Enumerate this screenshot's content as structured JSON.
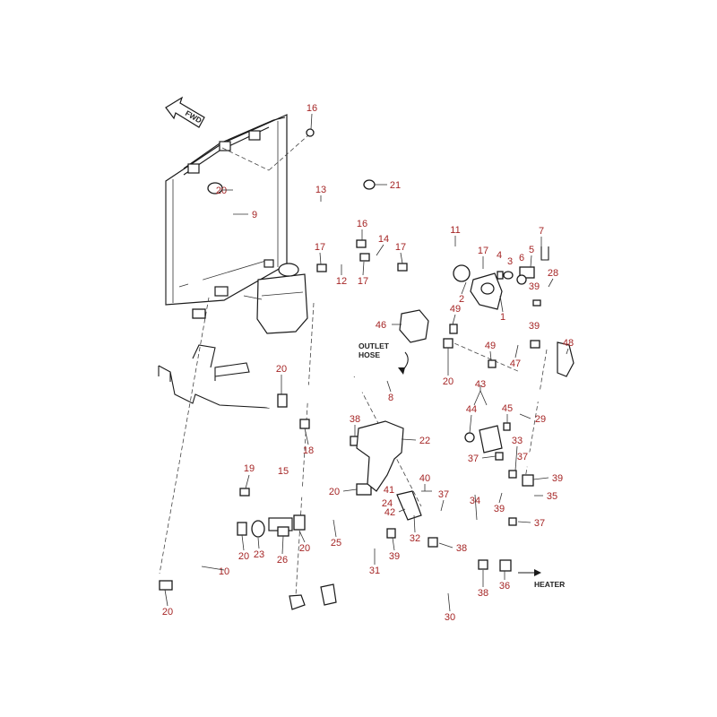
{
  "captions": {
    "fwd": "FWD",
    "outlet_line1": "OUTLET",
    "outlet_line2": "HOSE",
    "heater": "HEATER"
  },
  "callouts": [
    "16",
    "20",
    "9",
    "21",
    "13",
    "16",
    "14",
    "17",
    "17",
    "17",
    "12",
    "11",
    "17",
    "7",
    "5",
    "4",
    "3",
    "6",
    "28",
    "2",
    "1",
    "39",
    "49",
    "39",
    "46",
    "20",
    "8",
    "47",
    "49",
    "48",
    "20",
    "29",
    "43",
    "44",
    "45",
    "37",
    "33",
    "37",
    "39",
    "35",
    "38",
    "18",
    "22",
    "19",
    "15",
    "20",
    "41",
    "24",
    "40",
    "42",
    "37",
    "34",
    "32",
    "39",
    "37",
    "20",
    "23",
    "26",
    "20",
    "25",
    "31",
    "39",
    "38",
    "10",
    "20",
    "38",
    "36",
    "30"
  ],
  "colors": {
    "label": "#a52525",
    "line": "#1a1a1a"
  }
}
